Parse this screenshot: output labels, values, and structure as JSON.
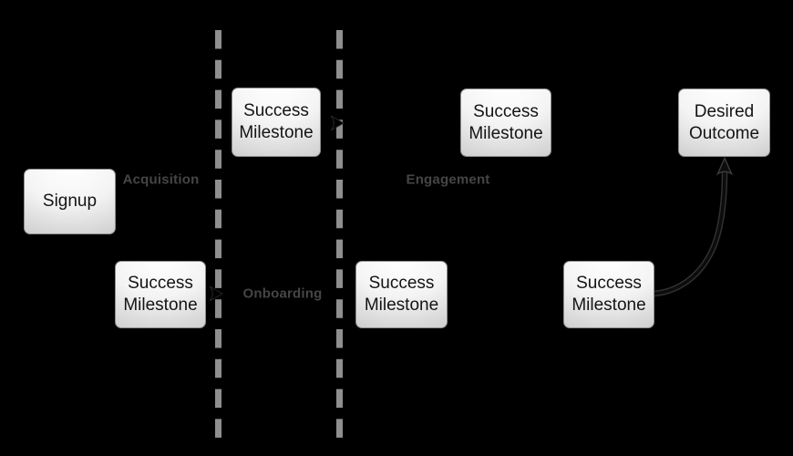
{
  "diagram": {
    "type": "customer-journey-flowchart",
    "background_color": "#000000",
    "nodes": [
      {
        "id": "signup",
        "label": "Signup"
      },
      {
        "id": "milestone-1",
        "label": "Success Milestone"
      },
      {
        "id": "milestone-2",
        "label": "Success Milestone"
      },
      {
        "id": "milestone-3",
        "label": "Success Milestone"
      },
      {
        "id": "milestone-4",
        "label": "Success Milestone"
      },
      {
        "id": "milestone-5",
        "label": "Success Milestone"
      },
      {
        "id": "desired-outcome",
        "label": "Desired Outcome"
      }
    ],
    "phases": [
      {
        "label": "Acquisition"
      },
      {
        "label": "Onboarding"
      },
      {
        "label": "Engagement"
      }
    ],
    "edges": [
      {
        "from": "signup",
        "to": "milestone-1"
      },
      {
        "from": "milestone-1",
        "to": "milestone-2"
      },
      {
        "from": "milestone-2",
        "to": "milestone-3"
      },
      {
        "from": "milestone-3",
        "to": "milestone-4"
      },
      {
        "from": "milestone-4",
        "to": "milestone-5"
      },
      {
        "from": "milestone-5",
        "to": "desired-outcome"
      }
    ],
    "colors": {
      "divider_dash": "#8f8f8f",
      "phase_label": "#454545",
      "node_border": "#8e8e8e",
      "node_fill_top": "#ffffff",
      "node_fill_bottom": "#c7c7c7",
      "node_text": "#141414",
      "edge_core": "#0c0c0c",
      "edge_halo": "#3a3a3a"
    }
  }
}
